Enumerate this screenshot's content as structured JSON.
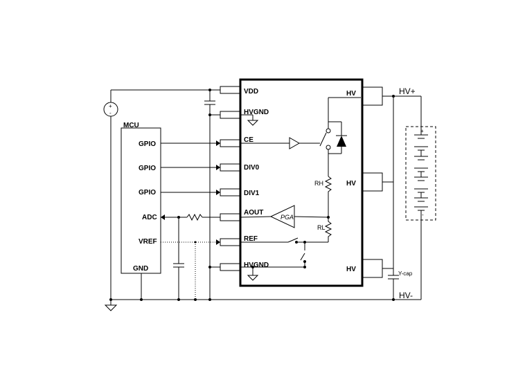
{
  "mcu": {
    "title": "MCU",
    "pins": [
      "GPIO",
      "GPIO",
      "GPIO",
      "ADC",
      "VREF",
      "GND"
    ]
  },
  "chip": {
    "left_pins": [
      "VDD",
      "HVGND",
      "CE",
      "DIV0",
      "DIV1",
      "AOUT",
      "REF",
      "HVGND"
    ],
    "right_pins": [
      "HV",
      "HV",
      "HV"
    ],
    "internal": {
      "rh": "RH",
      "rl": "RL",
      "pga": "PGA"
    }
  },
  "external": {
    "hv_plus": "HV+",
    "hv_minus": "HV-",
    "ycap": "Y-cap",
    "source_plus": "+",
    "source_minus": "-",
    "battery_plus": "+",
    "battery_minus": "-"
  }
}
